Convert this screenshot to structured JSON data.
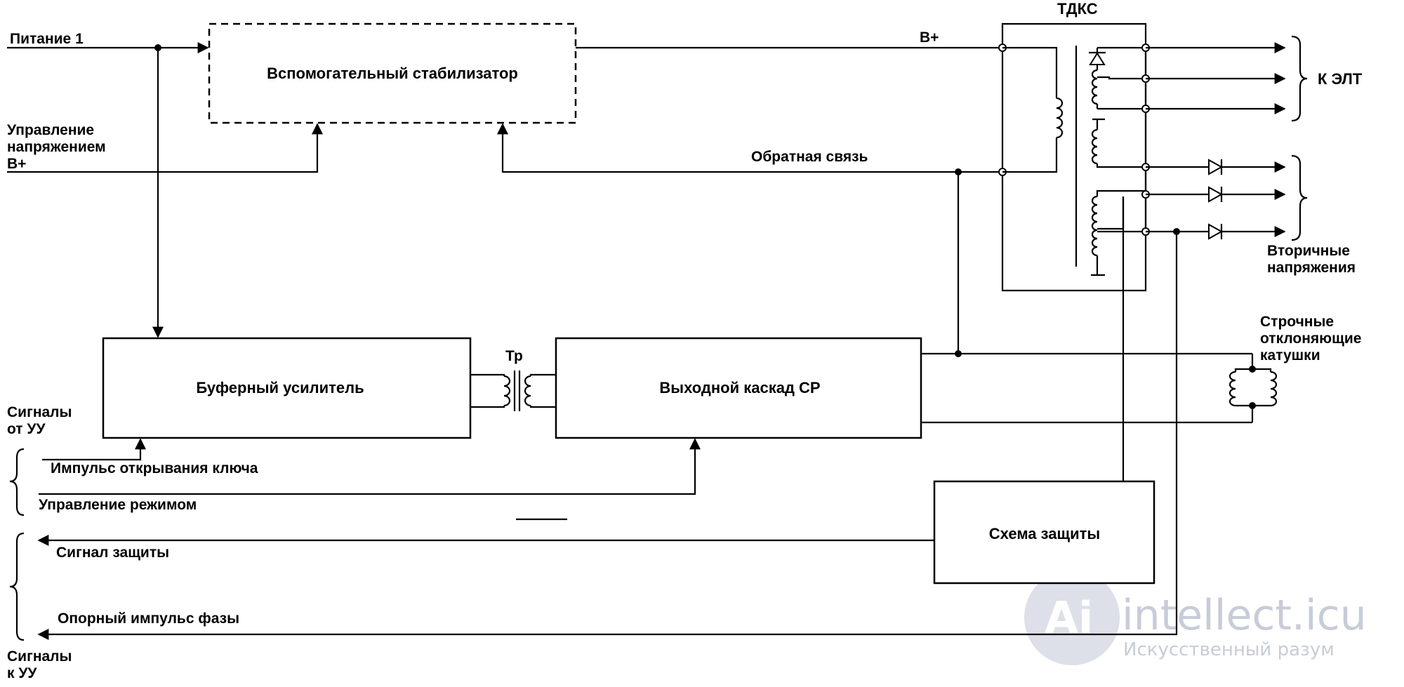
{
  "blocks": {
    "stabilizer": "Вспомогательный стабилизатор",
    "buffer_amp": "Буферный усилитель",
    "output_stage": "Выходной каскад СР",
    "protection": "Схема защиты"
  },
  "labels": {
    "power1": "Питание 1",
    "voltage_control": [
      "Управление",
      "напряжением",
      "В+"
    ],
    "b_plus": "В+",
    "feedback": "Обратная связь",
    "tdks": "ТДКС",
    "to_crt": "К ЭЛТ",
    "secondary": [
      "Вторичные",
      "напряжения"
    ],
    "deflection_coils": [
      "Строчные",
      "отклоняющие",
      "катушки"
    ],
    "transformer": "Тр",
    "signals_from": [
      "Сигналы",
      "от УУ"
    ],
    "key_pulse": "Импульс открывания ключа",
    "mode_control": "Управление режимом",
    "protection_signal": "Сигнал защиты",
    "phase_pulse": "Опорный импульс фазы",
    "signals_to": [
      "Сигналы",
      "к УУ"
    ]
  },
  "watermark": {
    "logo": "intellect.icu",
    "tagline": "Искусственный разум",
    "glyph": "Ai"
  }
}
